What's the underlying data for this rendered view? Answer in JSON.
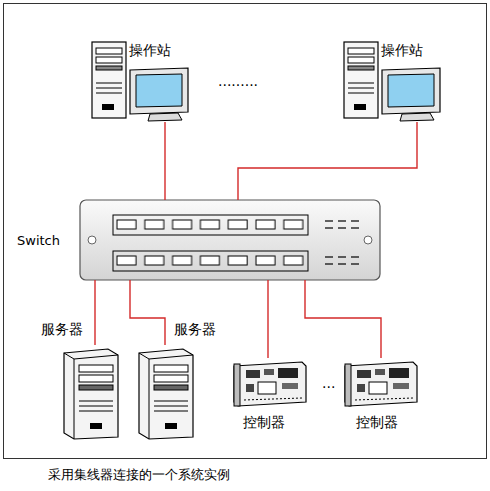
{
  "diagram": {
    "caption": "采用集线器连接的一个系统实例",
    "nodes": [
      {
        "text": [
          "操作站"
        ]
      },
      {
        "text": [
          "操作站"
        ]
      },
      {
        "text": [
          "Switch"
        ]
      },
      {
        "text": [
          "服务器"
        ]
      },
      {
        "text": [
          "服务器"
        ]
      },
      {
        "text": [
          "控制器"
        ]
      },
      {
        "text": [
          "控制器"
        ]
      }
    ],
    "edges": [
      {
        "from": 0,
        "to": 2,
        "arrow": "none"
      },
      {
        "from": 1,
        "to": 2,
        "arrow": "none"
      },
      {
        "from": 2,
        "to": 3,
        "arrow": "none"
      },
      {
        "from": 2,
        "to": 4,
        "arrow": "none"
      },
      {
        "from": 2,
        "to": 5,
        "arrow": "none"
      },
      {
        "from": 2,
        "to": 6,
        "arrow": "none"
      }
    ],
    "labels": [
      ".........",
      "..."
    ]
  }
}
